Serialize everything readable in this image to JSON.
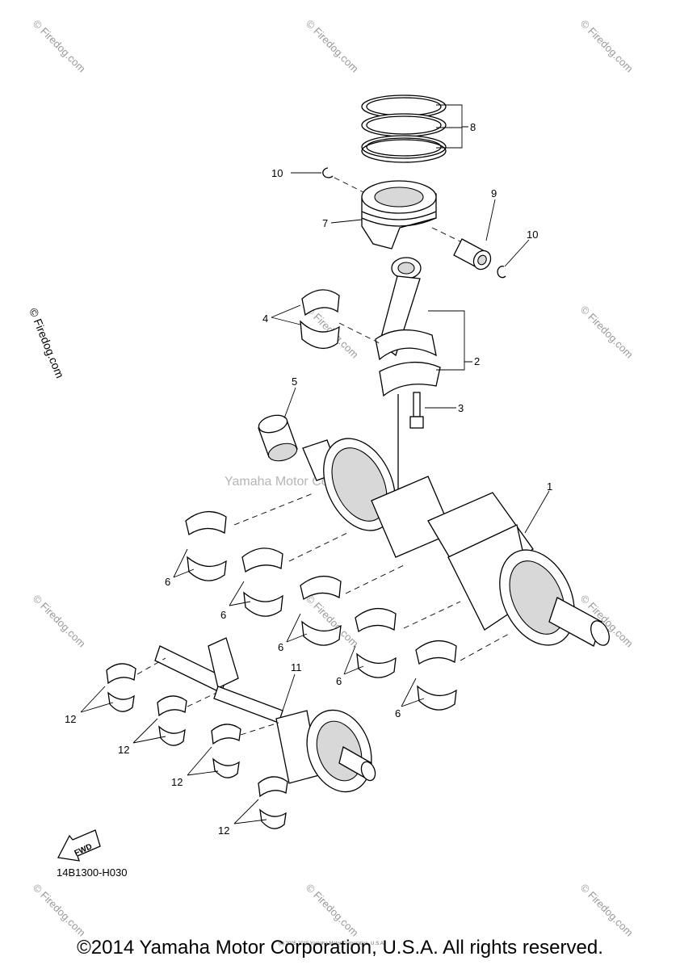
{
  "watermark": {
    "text": "© Firedog.com",
    "center_text": "Yamaha Motor Corp., U.S.A."
  },
  "callouts": {
    "c1": "1",
    "c2": "2",
    "c3": "3",
    "c4": "4",
    "c5": "5",
    "c6a": "6",
    "c6b": "6",
    "c6c": "6",
    "c6d": "6",
    "c6e": "6",
    "c7": "7",
    "c8": "8",
    "c9": "9",
    "c10a": "10",
    "c10b": "10",
    "c11": "11",
    "c12a": "12",
    "c12b": "12",
    "c12c": "12",
    "c12d": "12"
  },
  "fwd_label": "FWD",
  "diagram_code": "14B1300-H030",
  "small_print": "(c) 2005-2015 Yamaha Motor Corporation, U.S.A.",
  "copyright": "©2014 Yamaha Motor Corporation, U.S.A. All rights reserved."
}
